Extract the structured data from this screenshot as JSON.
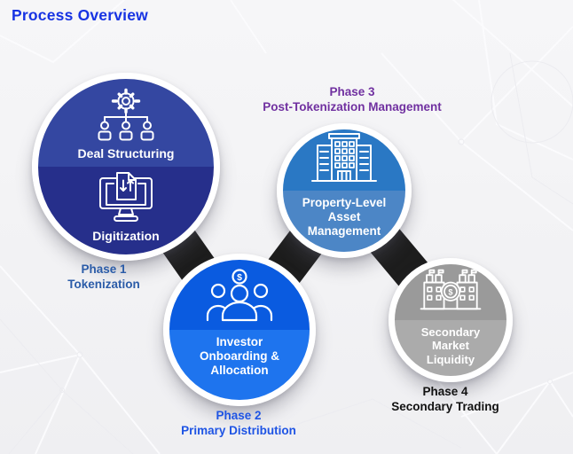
{
  "title": "Process Overview",
  "colors": {
    "title": "#1733E3",
    "background": "#F2F2F4",
    "connector": "#1D1D1D",
    "phase1_heading": "#2B5CA8",
    "phase2_heading": "#1E54E4",
    "phase3_heading": "#7030A0",
    "phase4_heading": "#111111",
    "circle1_top": "#3447A1",
    "circle1_bottom": "#262F8B",
    "circle2_top": "#0A5BE0",
    "circle2_bottom": "#1E74EE",
    "circle3_top": "#2A78C4",
    "circle3_bottom": "#4C86C6",
    "circle4_top": "#9A9A9A",
    "circle4_bottom": "#ABABAB"
  },
  "phase1": {
    "heading": {
      "line1": "Phase 1",
      "line2": "Tokenization"
    },
    "node": {
      "top_label": "Deal Structuring",
      "bottom_label": "Digitization"
    }
  },
  "phase2": {
    "heading": {
      "line1": "Phase 2",
      "line2": "Primary Distribution"
    },
    "node": {
      "label_line1": "Investor",
      "label_line2": "Onboarding &",
      "label_line3": "Allocation"
    }
  },
  "phase3": {
    "heading": {
      "line1": "Phase 3",
      "line2": "Post-Tokenization Management"
    },
    "node": {
      "label_line1": "Property-Level",
      "label_line2": "Asset",
      "label_line3": "Management"
    }
  },
  "phase4": {
    "heading": {
      "line1": "Phase 4",
      "line2": "Secondary Trading"
    },
    "node": {
      "label_line1": "Secondary",
      "label_line2": "Market",
      "label_line3": "Liquidity"
    }
  }
}
